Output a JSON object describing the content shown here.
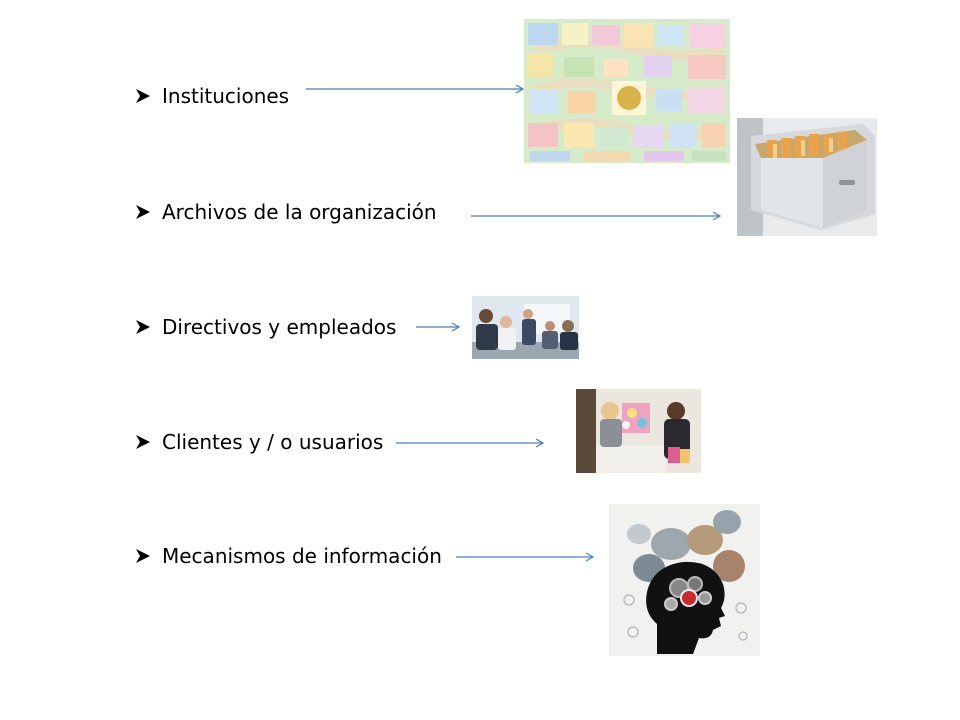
{
  "bullets": [
    {
      "text": "Instituciones"
    },
    {
      "text": "Archivos de la organización"
    },
    {
      "text": "Directivos y empleados"
    },
    {
      "text": "Clientes y / o usuarios"
    },
    {
      "text": "Mecanismos de información"
    }
  ],
  "colors": {
    "arrow": "#4a7ebb",
    "bullet": "#000000"
  },
  "icons": {
    "bullet": "arrowhead-bullet-icon"
  }
}
